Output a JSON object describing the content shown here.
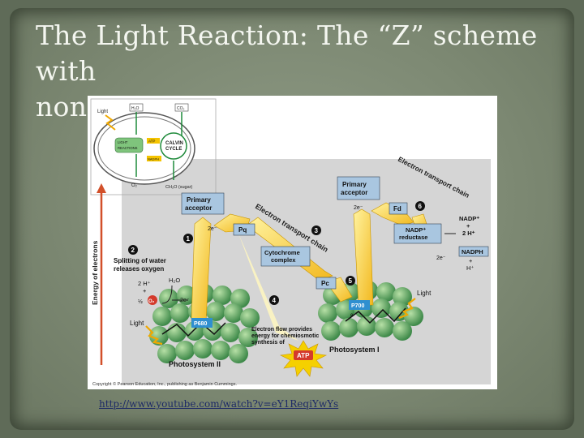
{
  "title_line1": "The Light Reaction: The “Z” scheme with",
  "title_line2": "non-cyclic photophosphorylation",
  "link_text": "http://www.youtube.com/watch?v=eY1ReqiYwYs",
  "diagram": {
    "inset": {
      "light": "Light",
      "h2o": "H₂O",
      "co2": "CO₂",
      "light_reactions_1": "LIGHT",
      "light_reactions_2": "REACTIONS",
      "calvin_1": "CALVIN",
      "calvin_2": "CYCLE",
      "atp": "ATP",
      "nadph": "NADPH",
      "o2": "O₂",
      "sugar": "CH₂O (sugar)"
    },
    "axis_label": "Energy of electrons",
    "primary_acceptor_1": "Primary\nacceptor",
    "primary_acceptor_2": "Primary\nacceptor",
    "etc_main": "Electron transport chain",
    "etc_top": "Electron transport chain",
    "pq": "Pq",
    "cytochrome": "Cytochrome\ncomplex",
    "pc": "Pc",
    "fd": "Fd",
    "nadp_reductase": "NADP⁺\nreductase",
    "nadp_plus": "NADP⁺\n+\n2 H⁺",
    "nadph": "NADPH",
    "h_plus": "+\nH⁺",
    "e2_a": "2e⁻",
    "e2_b": "2e⁻",
    "e2_c": "2e⁻",
    "e2_d": "2e⁻",
    "e2_e": "e",
    "step1": "1",
    "step2": "2",
    "step3": "3",
    "step4": "4",
    "step5": "5",
    "step6": "6",
    "splitting": "Splitting of water\nreleases oxygen",
    "h2o": "H₂O",
    "two_h": "2 H⁺\n+",
    "half_o2": "½",
    "o2": "O₂",
    "light_left": "Light",
    "light_right": "Light",
    "p680": "P680",
    "p700": "P700",
    "flow_text": "Electron flow provides\nenergy for chemiosmotic\nsynthesis of",
    "atp": "ATP",
    "ps2": "Photosystem II",
    "ps1": "Photosystem I",
    "copyright": "Copyright © Pearson Education, Inc., publishing as Benjamin Cummings."
  }
}
